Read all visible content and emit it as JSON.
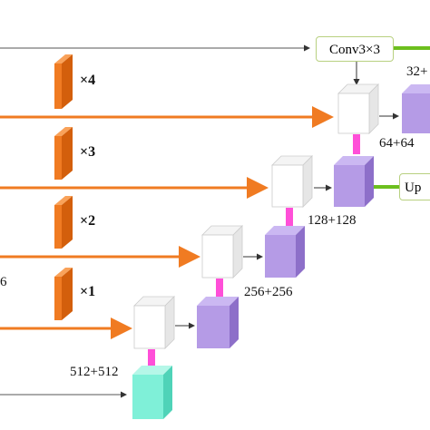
{
  "multipliers": [
    "×4",
    "×3",
    "×2",
    "×1"
  ],
  "channel_labels": [
    "32+",
    "64+64",
    "128+128",
    "256+256",
    "512+512"
  ],
  "edge_label": "6",
  "conv_label": "Conv3×3",
  "up_label": "Up",
  "colors": {
    "orange": "#f07b22",
    "pink": "#ff4fd8",
    "green": "#6cbf1e",
    "purple": "#b59be6",
    "cyan": "#7ff0d8",
    "white_block": "#ffffff",
    "gray_arrow": "#444444"
  }
}
